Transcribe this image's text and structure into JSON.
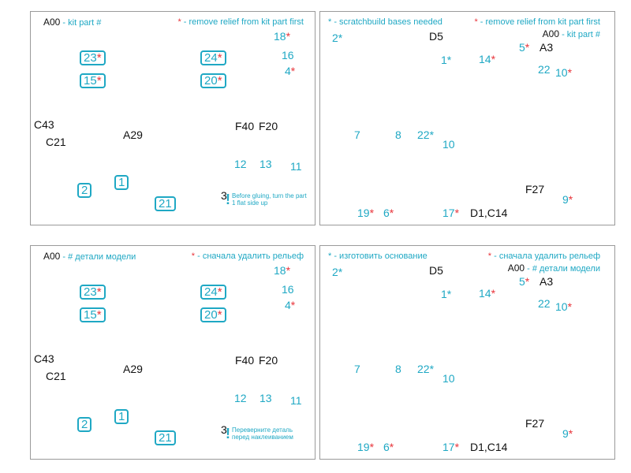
{
  "colors": {
    "accent": "#1fa8c4",
    "star": "#e8343a",
    "plastic": "#a9aeb2",
    "panel_dark": "#2e3338"
  },
  "sheets": [
    {
      "lang": "en",
      "left": {
        "kit_code": "A00",
        "kit_legend": " - kit part #",
        "star": "*",
        "star_legend": " - remove relief from kit part first",
        "callouts": {
          "p23": "23",
          "p15": "15",
          "p24": "24",
          "p20": "20",
          "p1": "1",
          "p2": "2",
          "p21": "21",
          "p18": "18",
          "p16": "16",
          "p4": "4",
          "p12": "12",
          "p13": "13",
          "p11": "11"
        },
        "parts": {
          "C43": "C43",
          "F40": "F40",
          "F20": "F20",
          "C21": "C21",
          "A29": "A29",
          "n3": "3"
        },
        "note": "Before gluing, turn the part 1 flat side up"
      },
      "right": {
        "blue_star": "*",
        "blue_legend": " - scratchbuild bases needed",
        "star": "*",
        "star_legend": " - remove relief from kit part first",
        "kit_code": "A00",
        "kit_legend": " - kit part #",
        "callouts": {
          "p2": "2",
          "p1": "1",
          "p5": "5",
          "p14": "14",
          "p22": "22",
          "p10s": "10",
          "p7": "7",
          "p8": "8",
          "p22s": "22",
          "p10": "10",
          "p9": "9",
          "p19": "19",
          "p6": "6",
          "p17": "17"
        },
        "parts": {
          "D5": "D5",
          "A3": "A3",
          "F27": "F27",
          "D1C14": "D1,C14"
        }
      }
    },
    {
      "lang": "ru",
      "left": {
        "kit_code": "A00",
        "kit_legend": " - # детали модели",
        "star": "*",
        "star_legend": " - сначала удалить рельеф",
        "callouts": {
          "p23": "23",
          "p15": "15",
          "p24": "24",
          "p20": "20",
          "p1": "1",
          "p2": "2",
          "p21": "21",
          "p18": "18",
          "p16": "16",
          "p4": "4",
          "p12": "12",
          "p13": "13",
          "p11": "11"
        },
        "parts": {
          "C43": "C43",
          "F40": "F40",
          "F20": "F20",
          "C21": "C21",
          "A29": "A29",
          "n3": "3"
        },
        "note": "Переверните деталь перед наклеиванием"
      },
      "right": {
        "blue_star": "*",
        "blue_legend": " - изготовить основание",
        "star": "*",
        "star_legend": " - сначала удалить рельеф",
        "kit_code": "A00",
        "kit_legend": " - # детали модели",
        "callouts": {
          "p2": "2",
          "p1": "1",
          "p5": "5",
          "p14": "14",
          "p22": "22",
          "p10s": "10",
          "p7": "7",
          "p8": "8",
          "p22s": "22",
          "p10": "10",
          "p9": "9",
          "p19": "19",
          "p6": "6",
          "p17": "17"
        },
        "parts": {
          "D5": "D5",
          "A3": "A3",
          "F27": "F27",
          "D1C14": "D1,C14"
        }
      }
    }
  ]
}
